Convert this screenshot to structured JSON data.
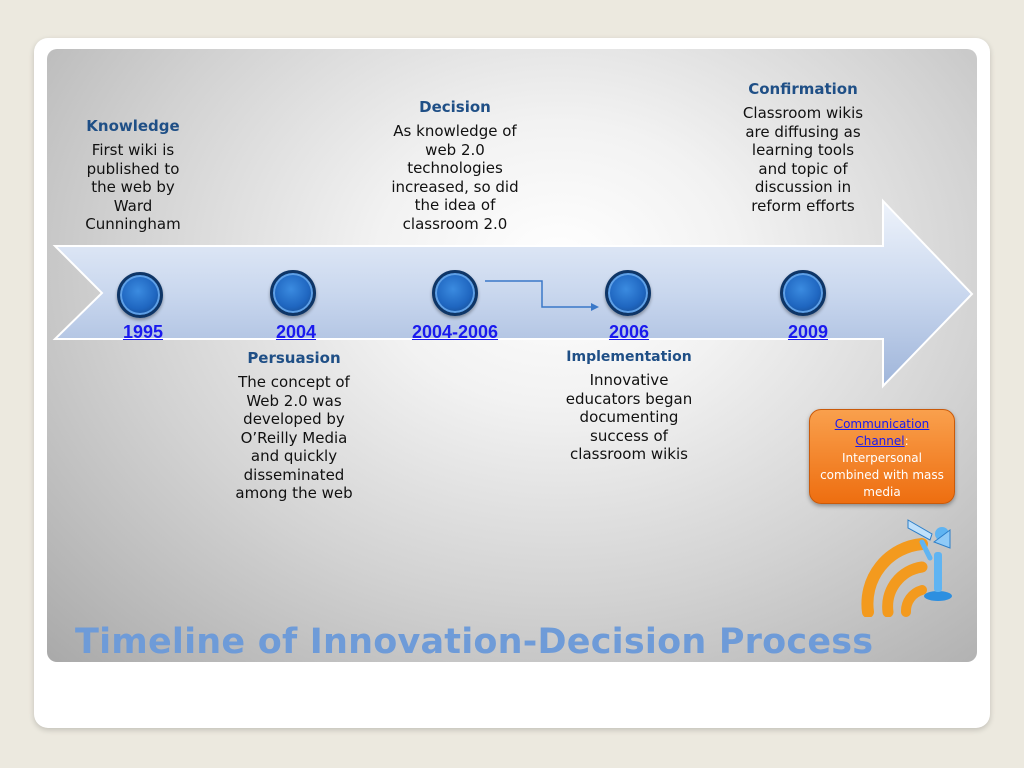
{
  "title": "Timeline of Innovation-Decision Process",
  "stages": [
    {
      "title": "Knowledge",
      "text": "First wiki is published to the web by Ward Cunningham"
    },
    {
      "title": "Persuasion",
      "text": "The concept of Web 2.0 was developed by O’Reilly Media and quickly disseminated among the web"
    },
    {
      "title": "Decision",
      "text": "As knowledge of web 2.0 technologies increased, so did the idea of classroom 2.0"
    },
    {
      "title": "Implementation",
      "text": "Innovative educators began documenting success of classroom wikis"
    },
    {
      "title": "Confirmation",
      "text": "Classroom wikis are diffusing as learning tools and topic of discussion in reform efforts"
    }
  ],
  "years": [
    "1995",
    "2004",
    "2004-2006",
    "2006",
    "2009"
  ],
  "callout": {
    "link_text": "Communication Channel",
    "colon": ":",
    "text": "Interpersonal combined with mass media"
  },
  "colors": {
    "accent_blue": "#1f4f86",
    "title_blue": "#6e9bd8",
    "node_blue": "#1f66c0",
    "callout_orange": "#ee6e10"
  },
  "icons": [
    "megaphone-figure-icon",
    "broadcast-waves-icon"
  ]
}
